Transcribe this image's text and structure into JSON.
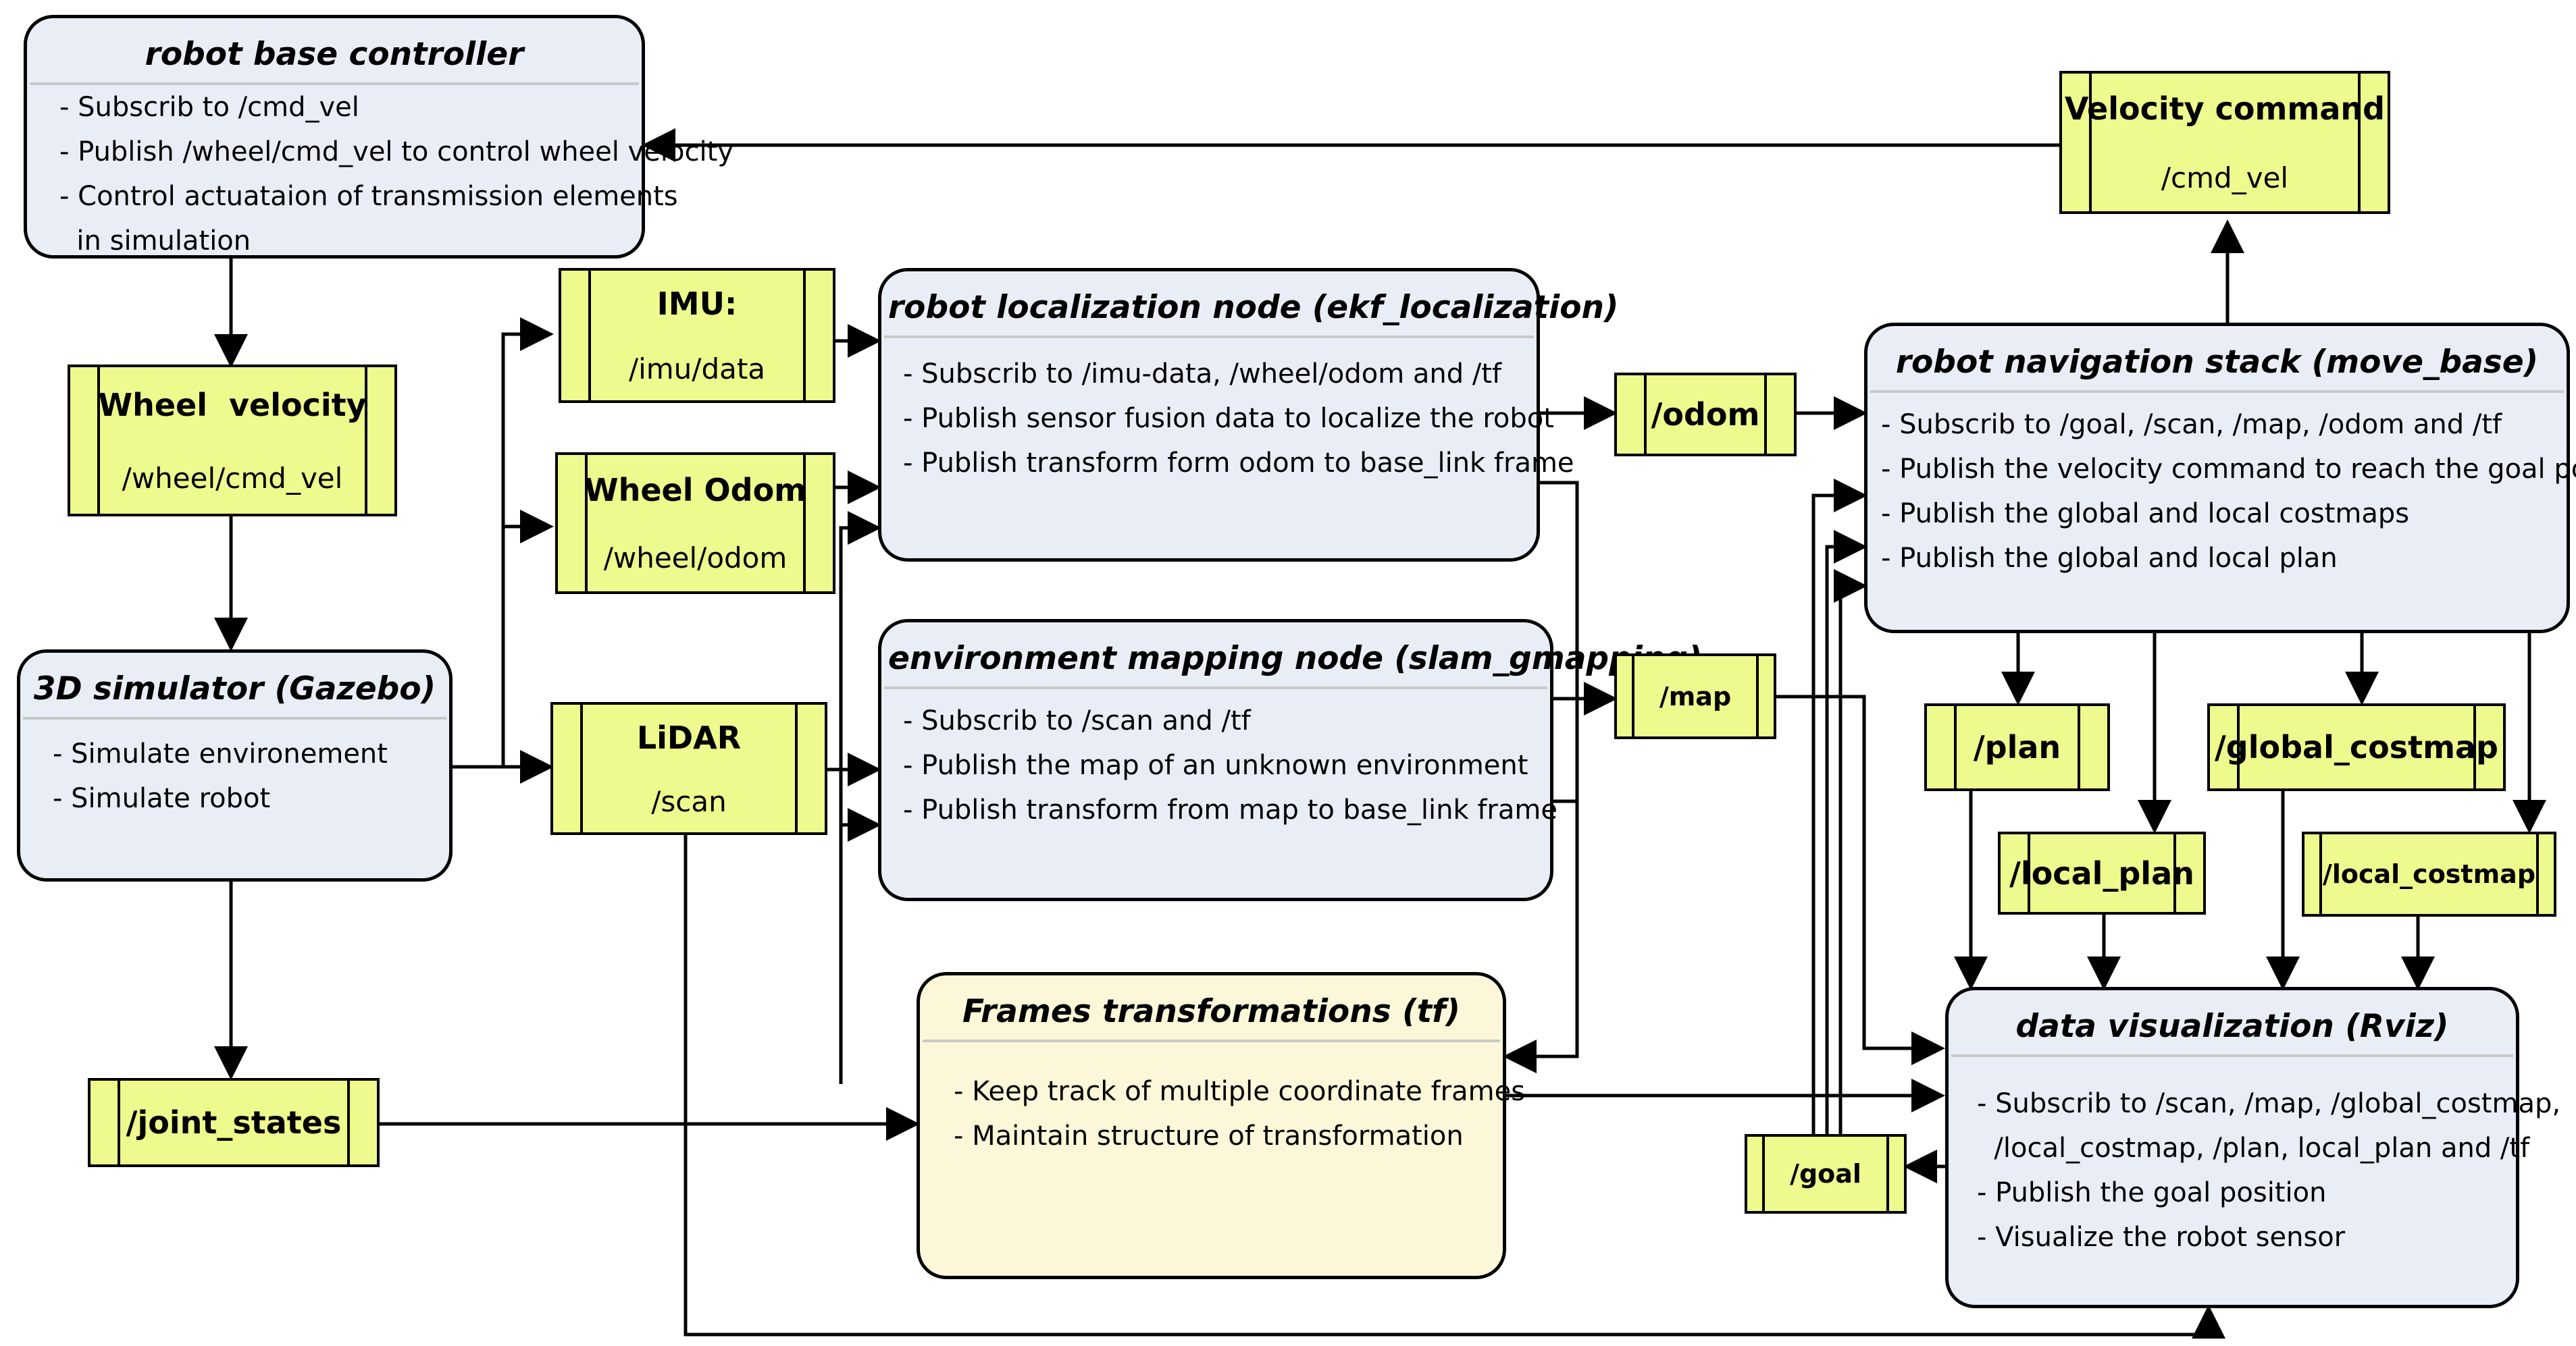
{
  "nodes": {
    "base_controller": {
      "title": "robot base controller",
      "lines": [
        "- Subscrib to /cmd_vel",
        "- Publish /wheel/cmd_vel to control wheel velocity",
        "- Control actuataion of transmission elements",
        "  in simulation"
      ]
    },
    "simulator": {
      "title": "3D simulator (Gazebo)",
      "lines": [
        "- Simulate environement",
        "- Simulate robot"
      ]
    },
    "localization": {
      "title": "robot localization node (ekf_localization)",
      "lines": [
        "- Subscrib to /imu-data, /wheel/odom and /tf",
        "- Publish sensor fusion data to localize the robot",
        "- Publish  transform form odom to base_link frame"
      ]
    },
    "mapping": {
      "title": "environment mapping node (slam_gmapping)",
      "lines": [
        "- Subscrib to /scan and /tf",
        "- Publish the map of an unknown environment",
        "- Publish transform from map to base_link frame"
      ]
    },
    "tf": {
      "title": "Frames transformations (tf)",
      "lines": [
        "- Keep track of multiple coordinate frames",
        "- Maintain structure of transformation"
      ]
    },
    "navigation": {
      "title": "robot navigation stack (move_base)",
      "lines": [
        "- Subscrib to /goal, /scan, /map, /odom and /tf",
        "- Publish the velocity command to reach the goal position",
        "- Publish the global and local costmaps",
        "- Publish the global and local plan"
      ]
    },
    "rviz": {
      "title": "data visualization (Rviz)",
      "lines": [
        "- Subscrib to /scan, /map, /global_costmap,",
        "  /local_costmap, /plan, local_plan and /tf",
        "- Publish the goal position",
        "- Visualize the robot sensor"
      ]
    }
  },
  "topics": {
    "velocity_command": {
      "name": "Velocity command",
      "topic": "/cmd_vel"
    },
    "wheel_velocity": {
      "name": "Wheel  velocity",
      "topic": "/wheel/cmd_vel"
    },
    "imu": {
      "name": "IMU:",
      "topic": "/imu/data"
    },
    "wheel_odom": {
      "name": "Wheel Odom",
      "topic": "/wheel/odom"
    },
    "lidar": {
      "name": "LiDAR",
      "topic": "/scan"
    },
    "joint_states": {
      "name": "/joint_states"
    },
    "odom": {
      "name": "/odom"
    },
    "map": {
      "name": "/map"
    },
    "plan": {
      "name": "/plan"
    },
    "global_costmap": {
      "name": "/global_costmap"
    },
    "local_plan": {
      "name": "/local_plan"
    },
    "local_costmap": {
      "name": "/local_costmap"
    },
    "goal": {
      "name": "/goal"
    }
  }
}
